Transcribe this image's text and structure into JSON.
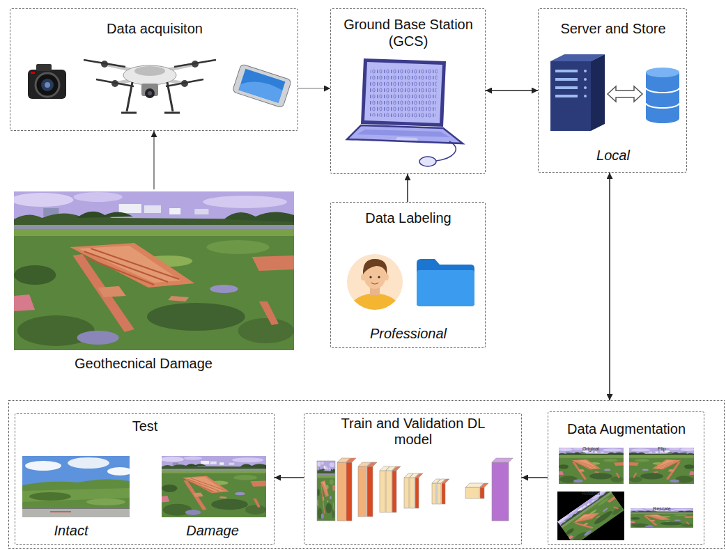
{
  "diagram": {
    "nodes": [
      {
        "text": [
          "Data acquisiton"
        ]
      },
      {
        "text": [
          "Ground Base Station (GCS)"
        ]
      },
      {
        "text": [
          "Server and Store",
          "Local"
        ]
      },
      {
        "text": [
          "Geothecnical Damage"
        ]
      },
      {
        "text": [
          "Data Labeling",
          "Professional"
        ]
      },
      {
        "text": []
      },
      {
        "text": [
          "Test",
          "Intact",
          "Damage"
        ],
        "in": 5
      },
      {
        "text": [
          "Train and Validation DL model"
        ],
        "in": 5
      },
      {
        "text": [
          "Data Augmentation"
        ],
        "in": 5
      }
    ],
    "edges": [
      {
        "from": 0,
        "to": 1,
        "arrow": "to"
      },
      {
        "from": 1,
        "to": 2,
        "arrow": "both"
      },
      {
        "from": 4,
        "to": 1,
        "arrow": "to"
      },
      {
        "from": 3,
        "to": 0,
        "arrow": "to"
      },
      {
        "from": 2,
        "to": 5,
        "arrow": "both"
      },
      {
        "from": 8,
        "to": 7,
        "arrow": "to"
      },
      {
        "from": 7,
        "to": 6,
        "arrow": "to"
      }
    ],
    "labels": [
      "Original",
      "Flip",
      "Rotation",
      "Rescale"
    ]
  }
}
